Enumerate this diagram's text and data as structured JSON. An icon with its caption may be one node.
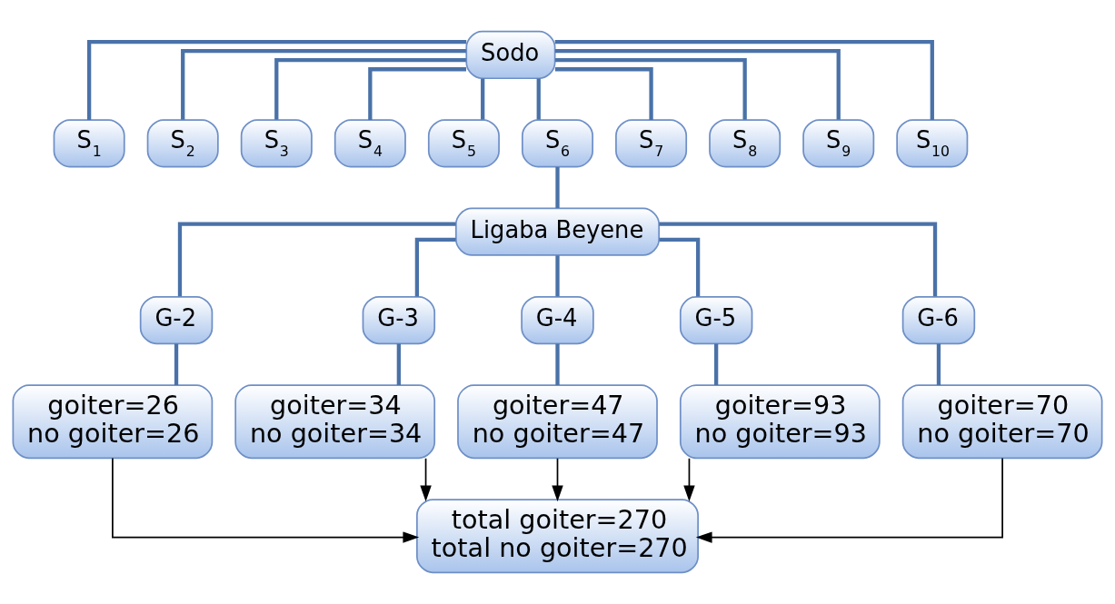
{
  "diagram": {
    "nodes": [
      {
        "text": [
          "Sodo"
        ]
      },
      {
        "text": [
          "S$_{1}$"
        ]
      },
      {
        "text": [
          "S$_{2}$"
        ]
      },
      {
        "text": [
          "S$_{3}$"
        ]
      },
      {
        "text": [
          "S$_{4}$"
        ]
      },
      {
        "text": [
          "S$_{5}$"
        ]
      },
      {
        "text": [
          "S$_{6}$"
        ]
      },
      {
        "text": [
          "S$_{7}$"
        ]
      },
      {
        "text": [
          "S$_{8}$"
        ]
      },
      {
        "text": [
          "S$_{9}$"
        ]
      },
      {
        "text": [
          "S$_{10}$"
        ]
      },
      {
        "text": [
          "Ligaba Beyene"
        ]
      },
      {
        "text": [
          "G-2"
        ]
      },
      {
        "text": [
          "G-3"
        ]
      },
      {
        "text": [
          "G-4"
        ]
      },
      {
        "text": [
          "G-5"
        ]
      },
      {
        "text": [
          "G-6"
        ]
      },
      {
        "text": [
          "goiter=26",
          "no goiter=26"
        ]
      },
      {
        "text": [
          "goiter=34",
          "no goiter=34"
        ]
      },
      {
        "text": [
          "goiter=47",
          "no goiter=47"
        ]
      },
      {
        "text": [
          "goiter=93",
          "no goiter=93"
        ]
      },
      {
        "text": [
          "goiter=70",
          "no goiter=70"
        ]
      },
      {
        "text": [
          "total goiter=270",
          "total no goiter=270"
        ]
      }
    ],
    "edges": [
      {
        "from": 0,
        "to": 1,
        "arrow": "none"
      },
      {
        "from": 0,
        "to": 2,
        "arrow": "none"
      },
      {
        "from": 0,
        "to": 3,
        "arrow": "none"
      },
      {
        "from": 0,
        "to": 4,
        "arrow": "none"
      },
      {
        "from": 0,
        "to": 5,
        "arrow": "none"
      },
      {
        "from": 0,
        "to": 6,
        "arrow": "none"
      },
      {
        "from": 0,
        "to": 7,
        "arrow": "none"
      },
      {
        "from": 0,
        "to": 8,
        "arrow": "none"
      },
      {
        "from": 0,
        "to": 9,
        "arrow": "none"
      },
      {
        "from": 0,
        "to": 10,
        "arrow": "none"
      },
      {
        "from": 6,
        "to": 11,
        "arrow": "none"
      },
      {
        "from": 11,
        "to": 12,
        "arrow": "none"
      },
      {
        "from": 11,
        "to": 13,
        "arrow": "none"
      },
      {
        "from": 11,
        "to": 14,
        "arrow": "none"
      },
      {
        "from": 11,
        "to": 15,
        "arrow": "none"
      },
      {
        "from": 11,
        "to": 16,
        "arrow": "none"
      },
      {
        "from": 12,
        "to": 17,
        "arrow": "none"
      },
      {
        "from": 13,
        "to": 18,
        "arrow": "none"
      },
      {
        "from": 14,
        "to": 19,
        "arrow": "none"
      },
      {
        "from": 15,
        "to": 20,
        "arrow": "none"
      },
      {
        "from": 16,
        "to": 21,
        "arrow": "none"
      },
      {
        "from": 17,
        "to": 22,
        "arrow": "to",
        "color": "#000000"
      },
      {
        "from": 18,
        "to": 22,
        "arrow": "to",
        "color": "#000000"
      },
      {
        "from": 19,
        "to": 22,
        "arrow": "to",
        "color": "#000000"
      },
      {
        "from": 20,
        "to": 22,
        "arrow": "to",
        "color": "#000000"
      },
      {
        "from": 21,
        "to": 22,
        "arrow": "to",
        "color": "#000000"
      }
    ]
  }
}
